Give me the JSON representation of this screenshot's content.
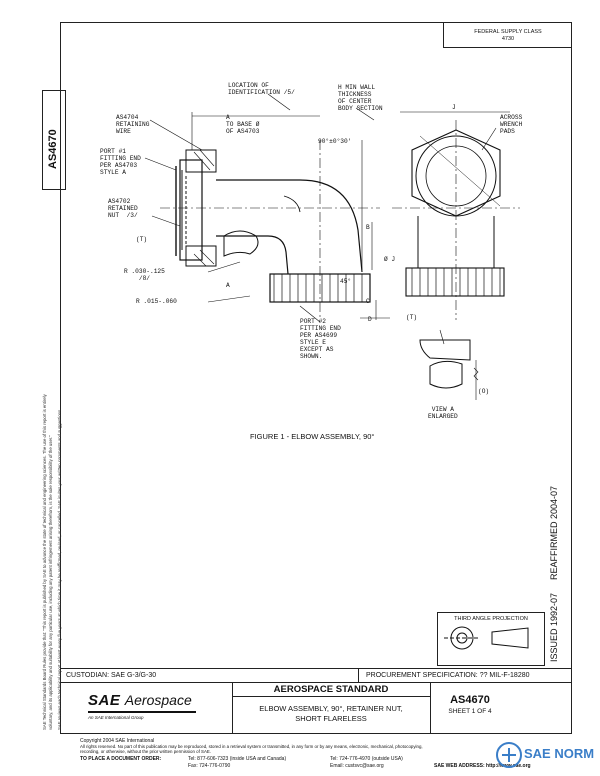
{
  "doc": {
    "number": "AS4670",
    "federal_supply": "FEDERAL SUPPLY CLASS\n4730",
    "figure_caption": "FIGURE 1 - ELBOW ASSEMBLY, 90°",
    "reaffirmed": "REAFFIRMED 2004-07",
    "issued": "ISSUED 1992-07",
    "third_angle": "THIRD ANGLE PROJECTION",
    "custodian": "CUSTODIAN: SAE G-3/G-30",
    "procurement": "PROCUREMENT SPECIFICATION: ?? MIL-F-18280",
    "header_standard": "AEROSPACE STANDARD",
    "title_line1": "ELBOW ASSEMBLY, 90°, RETAINER NUT,",
    "title_line2": "SHORT FLARELESS",
    "sheet": "SHEET 1 OF 4",
    "logo_main": "SAE",
    "logo_sub": "Aerospace",
    "logo_tagline": "An SAE International Group"
  },
  "left_notice": {
    "line1": "SAE Technical Standards Board Rules provide that: \"This report is published by SAE to advance the state of technical and engineering sciences. The use of this report is entirely",
    "line2": "voluntary, and its applicability and suitability for any particular use, including any patent infringement arising therefrom, is the sole responsibility of the user.\"",
    "line3": "SAE reviews each technical report at least every five years at which time it may be reaffirmed, revised, or cancelled. SAE invites your written comments and suggestions."
  },
  "labels": {
    "location": "LOCATION OF\nIDENTIFICATION /5/",
    "min_wall": "H MIN WALL\nTHICKNESS\nOF CENTER\nBODY SECTION",
    "across": "ACROSS\nWRENCH\nPADS",
    "retaining": "AS4704\nRETAINING\nWIRE",
    "port1": "PORT #1\nFITTING END\nPER AS4703\nSTYLE A",
    "nut": "AS4702\nRETAINED\nNUT  /3/",
    "a_to_base": "A\nTO BASE Ø\nOF AS4703",
    "angle": "90°±0°30'",
    "t1": "(T)",
    "r1": "R .030-.125\n    /8/",
    "r2": "R .015-.060",
    "a_small": "A",
    "b": "B",
    "c": "C",
    "d": "D",
    "j": "J",
    "dia_j": "Ø J",
    "t2": "(T)",
    "deg45": "45°",
    "port2": "PORT #2\nFITTING END\nPER AS4699\nSTYLE E\nEXCEPT AS\nSHOWN.",
    "o": "(O)",
    "view": "VIEW A\nENLARGED"
  },
  "footer": {
    "copyright": "Copyright 2004 SAE International",
    "rights": "All rights reserved. No part of this publication may be reproduced, stored in a retrieval system or transmitted, in any form or by any means, electronic, mechanical, photocopying,",
    "rights2": "recording, or otherwise, without the prior written permission of SAE.",
    "order": "TO PLACE A DOCUMENT ORDER:",
    "tel": "Tel: 877-606-7323 (inside USA and Canada)",
    "tel2": "Tel: 724-776-4970 (outside USA)",
    "fax": "Fax: 724-776-0790",
    "email": "Email: custsvc@sae.org",
    "web": "SAE WEB ADDRESS: http://www.sae.org"
  },
  "watermark": "SAE NORM"
}
